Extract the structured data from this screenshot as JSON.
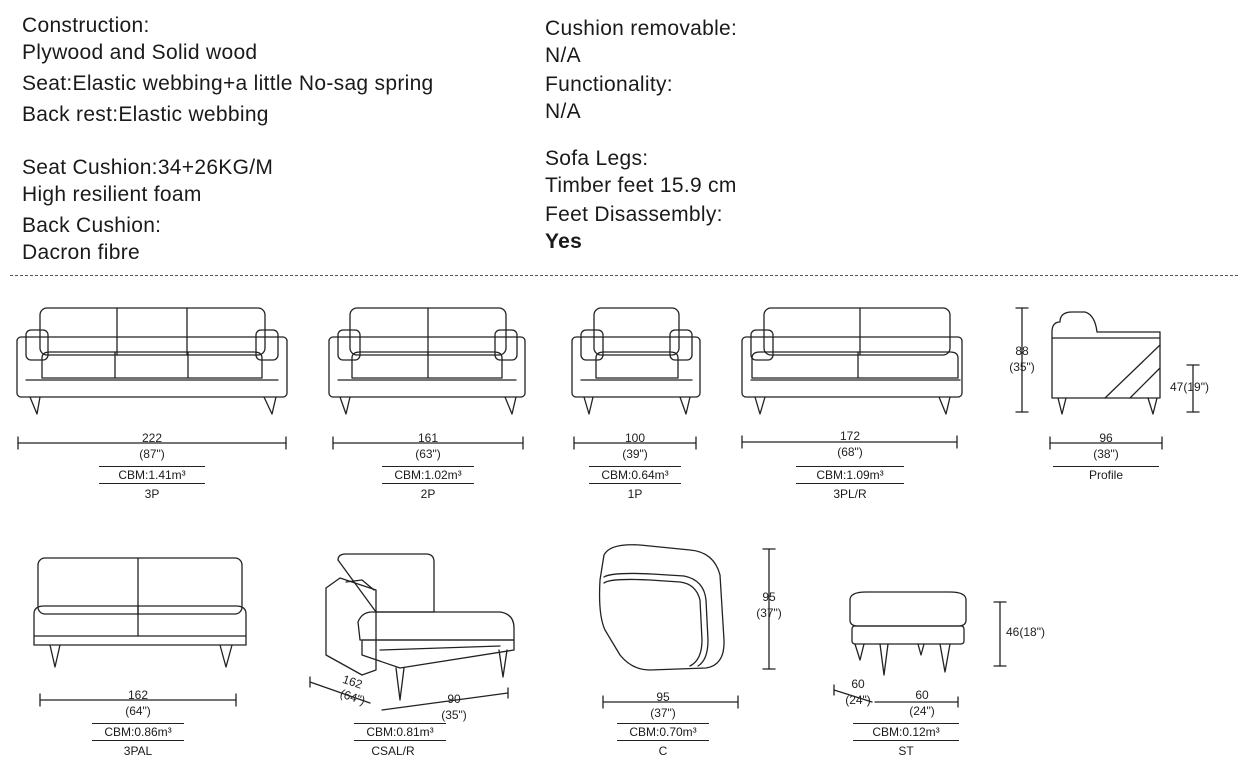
{
  "specs": {
    "left": [
      "Construction:",
      "Plywood and Solid wood",
      "Seat:Elastic webbing+a little No-sag spring",
      "Back rest:Elastic webbing",
      "Seat Cushion:34+26KG/M",
      "High resilient foam",
      "Back Cushion:",
      "Dacron fibre"
    ],
    "right": [
      "Cushion removable:",
      "N/A",
      "Functionality:",
      "N/A",
      "Sofa Legs:",
      "Timber feet 15.9 cm",
      "Feet Disassembly:",
      "Yes"
    ]
  },
  "models": [
    {
      "code": "3P",
      "width": "222",
      "width_in": "(87\")",
      "cbm": "CBM:1.41m³"
    },
    {
      "code": "2P",
      "width": "161",
      "width_in": "(63\")",
      "cbm": "CBM:1.02m³"
    },
    {
      "code": "1P",
      "width": "100",
      "width_in": "(39\")",
      "cbm": "CBM:0.64m³"
    },
    {
      "code": "3PL/R",
      "width": "172",
      "width_in": "(68\")",
      "cbm": "CBM:1.09m³"
    },
    {
      "code": "Profile",
      "width": "96",
      "width_in": "(38\")",
      "height": "88",
      "height_in": "(35\")",
      "seat": "47(19\")"
    },
    {
      "code": "3PAL",
      "width": "162",
      "width_in": "(64\")",
      "cbm": "CBM:0.86m³"
    },
    {
      "code": "CSAL/R",
      "width": "162",
      "width_in": "(64\")",
      "depth": "90",
      "depth_in": "(35\")",
      "cbm": "CBM:0.81m³"
    },
    {
      "code": "C",
      "width": "95",
      "width_in": "(37\")",
      "height": "95",
      "height_in": "(37\")",
      "cbm": "CBM:0.70m³"
    },
    {
      "code": "ST",
      "width": "60",
      "width_in": "(24\")",
      "depth": "60",
      "depth_in": "(24\")",
      "height": "46(18\")",
      "cbm": "CBM:0.12m³"
    }
  ]
}
